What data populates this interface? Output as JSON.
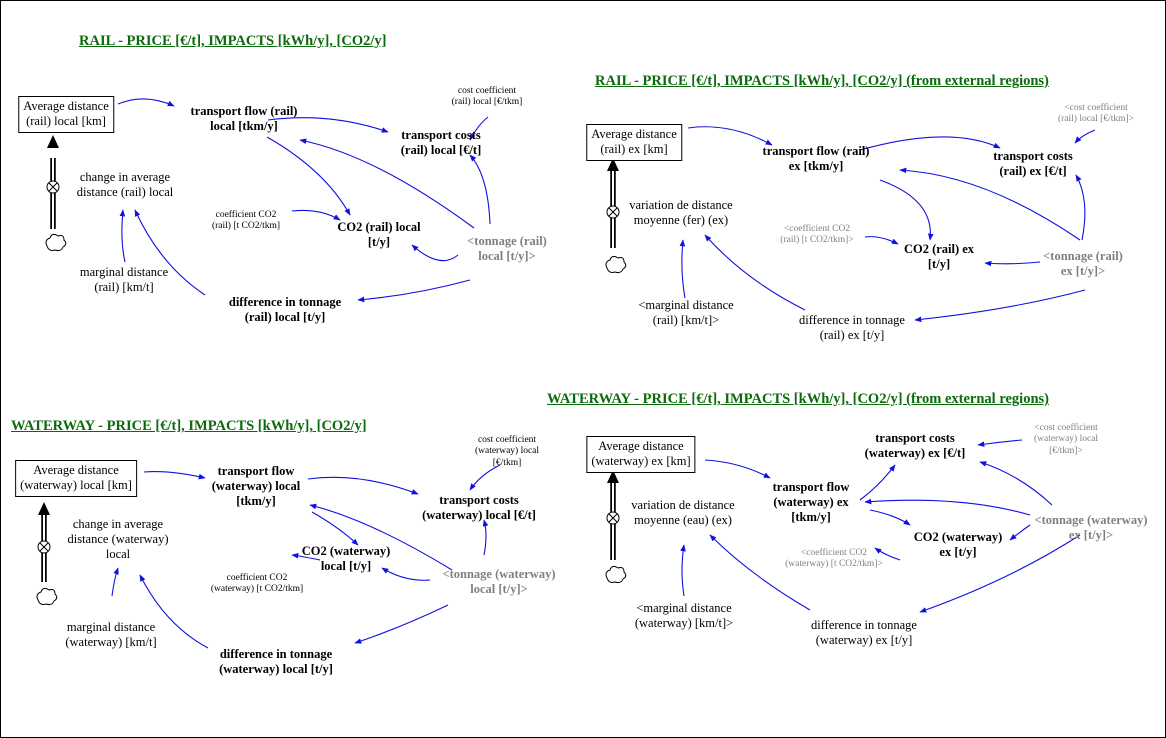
{
  "sections": {
    "rail_local": {
      "title": "RAIL - PRICE [€/t], IMPACTS [kWh/y], [CO2/y]",
      "stock": "Average distance\n(rail) local [km]",
      "flow_rate": "change in average\ndistance (rail) local",
      "transport_flow": "transport flow (rail)\nlocal [tkm/y]",
      "transport_costs": "transport costs\n(rail) local [€/t]",
      "cost_coefficient": "cost coefficient\n(rail) local [€/tkm]",
      "co2_coefficient": "coefficient CO2\n(rail) [t CO2/tkm]",
      "co2": "CO2 (rail) local\n[t/y]",
      "tonnage": "<tonnage (rail)\nlocal [t/y]>",
      "marginal_distance": "marginal distance\n(rail) [km/t]",
      "difference_tonnage": "difference in tonnage\n(rail) local [t/y]"
    },
    "rail_ex": {
      "title": "RAIL - PRICE [€/t], IMPACTS [kWh/y], [CO2/y] (from external regions)",
      "stock": "Average distance\n(rail) ex [km]",
      "flow_rate": "variation de distance\nmoyenne (fer) (ex)",
      "transport_flow": "transport flow (rail)\nex [tkm/y]",
      "transport_costs": "transport costs\n(rail) ex [€/t]",
      "cost_coefficient": "<cost coefficient\n(rail) local [€/tkm]>",
      "co2_coefficient": "<coefficient CO2\n(rail) [t CO2/tkm]>",
      "co2": "CO2 (rail) ex\n[t/y]",
      "tonnage": "<tonnage (rail)\nex [t/y]>",
      "marginal_distance": "<marginal distance\n(rail) [km/t]>",
      "difference_tonnage": "difference in tonnage\n(rail) ex [t/y]"
    },
    "waterway_local": {
      "title": "WATERWAY - PRICE [€/t], IMPACTS [kWh/y], [CO2/y]",
      "stock": "Average distance\n(waterway) local [km]",
      "flow_rate": "change in average\ndistance (waterway)\nlocal",
      "transport_flow": "transport flow\n(waterway) local\n[tkm/y]",
      "transport_costs": "transport costs\n(waterway) local [€/t]",
      "cost_coefficient": "cost coefficient\n(waterway) local\n[€/tkm]",
      "co2_coefficient": "coefficient CO2\n(waterway) [t CO2/tkm]",
      "co2": "CO2 (waterway)\nlocal [t/y]",
      "tonnage": "<tonnage (waterway)\nlocal [t/y]>",
      "marginal_distance": "marginal distance\n(waterway) [km/t]",
      "difference_tonnage": "difference in tonnage\n(waterway) local [t/y]"
    },
    "waterway_ex": {
      "title": "WATERWAY - PRICE [€/t], IMPACTS [kWh/y], [CO2/y] (from external regions)",
      "stock": "Average distance\n(waterway) ex [km]",
      "flow_rate": "variation de distance\nmoyenne (eau) (ex)",
      "transport_flow": "transport flow\n(waterway) ex\n[tkm/y]",
      "transport_costs": "transport costs\n(waterway) ex [€/t]",
      "cost_coefficient": "<cost coefficient\n(waterway) local\n[€/tkm]>",
      "co2_coefficient": "<coefficient CO2\n(waterway) [t CO2/tkm]>",
      "co2": "CO2 (waterway)\nex [t/y]",
      "tonnage": "<tonnage (waterway)\nex [t/y]>",
      "marginal_distance": "<marginal distance\n(waterway) [km/t]>",
      "difference_tonnage": "difference in tonnage\n(waterway) ex [t/y]"
    }
  },
  "colors": {
    "title": "#0b6a0b",
    "link": "#1010e0",
    "shadow_variable": "#808080",
    "text": "#000000"
  },
  "icons": {
    "valve": "valve-icon",
    "source_sink": "cloud-icon"
  }
}
